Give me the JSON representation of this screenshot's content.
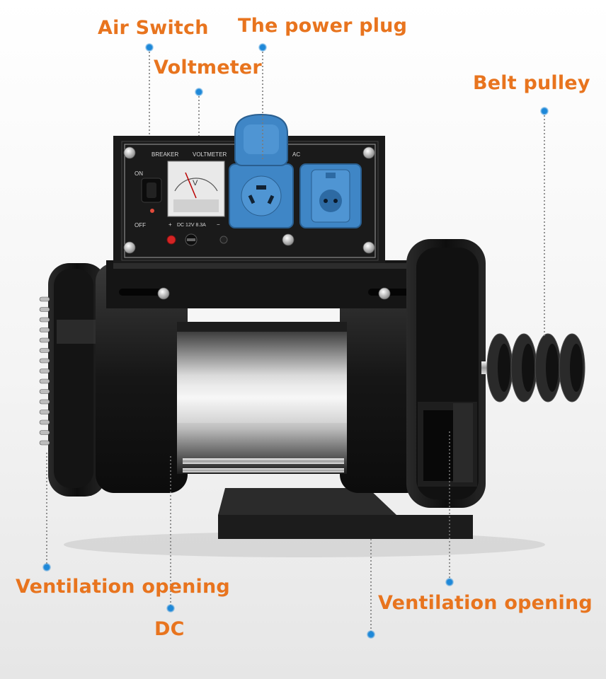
{
  "colors": {
    "label": "#e8741e",
    "dot": "#1e88d8",
    "leader": "#7a7a7a",
    "socket_blue": "#3f86c6",
    "body_black": "#1b1b1b"
  },
  "callouts": {
    "air_switch": "Air Switch",
    "power_plug": "The power plug",
    "voltmeter": "Voltmeter",
    "belt_pulley": "Belt pulley",
    "vent_left": "Ventilation opening",
    "dc": "DC",
    "vent_right": "Ventilation opening"
  },
  "panel": {
    "breaker": "BREAKER",
    "voltmeter": "VOLTMETER",
    "ac": "AC",
    "on": "ON",
    "off": "OFF",
    "dc_rating": "DC  12V 8.3A",
    "plus": "+",
    "minus": "−",
    "meter_v": "V"
  },
  "icons": {
    "breaker_switch": "toggle-switch-icon",
    "socket_1": "power-socket-icon",
    "socket_2": "power-socket-icon",
    "pulley": "belt-pulley-icon"
  }
}
